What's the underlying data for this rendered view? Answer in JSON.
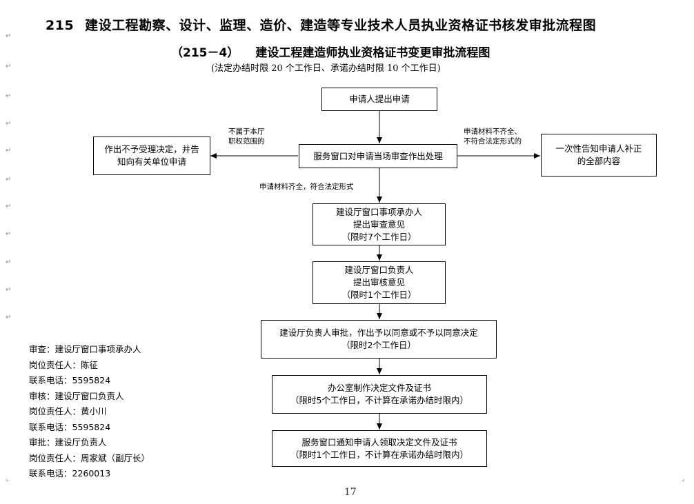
{
  "header": {
    "title_number": "215",
    "title_text": "建设工程勘察、设计、监理、造价、建造等专业技术人员执业资格证书核发审批流程图",
    "subtitle_number": "（215－4）",
    "subtitle_text": "建设工程建造师执业资格证书变更审批流程图",
    "time_limit": "(法定办结时限 20 个工作日、承诺办结时限 10 个工作日)"
  },
  "flow": {
    "start": "申请人提出申请",
    "window_review": "服务窗口对申请当场审查作出处理",
    "reject_box": [
      "作出不予受理决定，并告",
      "知向有关单位申请"
    ],
    "reject_note": [
      "不属于本厅",
      "职权范围的"
    ],
    "supplement_box": [
      "一次性告知申请人补正",
      "的全部内容"
    ],
    "supplement_note": [
      "申请材料不齐全、",
      "不符合法定形式的"
    ],
    "accept_note": "申请材料齐全，符合法定形式",
    "step1": [
      "建设厅窗口事项承办人",
      "提出审查意见",
      "（限时7个工作日）"
    ],
    "step2": [
      "建设厅窗口负责人",
      "提出审核意见",
      "（限时1个工作日）"
    ],
    "step3": [
      "建设厅负责人审批，作出予以同意或不予以同意决定",
      "（限时2个工作日）"
    ],
    "step4": [
      "办公室制作决定文件及证书",
      "（限时5个工作日，不计算在承诺办结时限内）"
    ],
    "step5": [
      "服务窗口通知申请人领取决定文件及证书",
      "（限时1个工作日，不计算在承诺办结时限内）"
    ]
  },
  "contacts": [
    "审查：建设厅窗口事项承办人",
    "岗位责任人：陈征",
    "联系电话：5595824",
    "审核：建设厅窗口负责人",
    "岗位责任人：黄小川",
    "联系电话：5595824",
    "审批：建设厅负责人",
    "岗位责任人：周家斌（副厅长）",
    "联系电话：2260013"
  ],
  "page_number": "17"
}
